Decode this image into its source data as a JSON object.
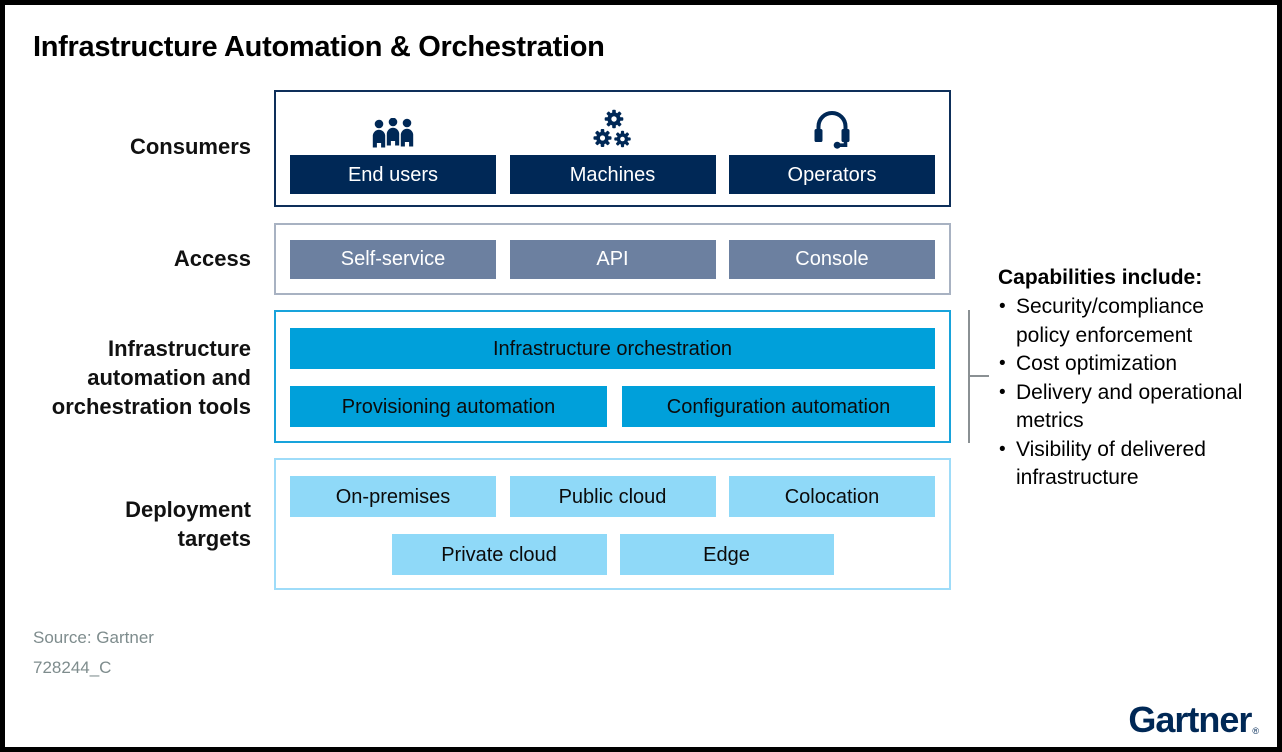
{
  "title": "Infrastructure Automation & Orchestration",
  "colors": {
    "navy": "#002856",
    "slate_blue": "#6c80a0",
    "bright_blue": "#00a0da",
    "light_blue": "#8fd9f8",
    "bracket_gray": "#8a9093",
    "source_gray": "#7e8c8d"
  },
  "diagram": {
    "consumers": {
      "row_label": "Consumers",
      "items": [
        {
          "label": "End users",
          "icon": "users-icon"
        },
        {
          "label": "Machines",
          "icon": "gears-icon"
        },
        {
          "label": "Operators",
          "icon": "headset-icon"
        }
      ]
    },
    "access": {
      "row_label": "Access",
      "items": [
        {
          "label": "Self-service"
        },
        {
          "label": "API"
        },
        {
          "label": "Console"
        }
      ]
    },
    "tools": {
      "row_label_lines": [
        "Infrastructure",
        "automation and",
        "orchestration tools"
      ],
      "orchestration_label": "Infrastructure orchestration",
      "items": [
        {
          "label": "Provisioning automation"
        },
        {
          "label": "Configuration automation"
        }
      ]
    },
    "deployment": {
      "row_label_lines": [
        "Deployment",
        "targets"
      ],
      "row1": [
        {
          "label": "On-premises"
        },
        {
          "label": "Public cloud"
        },
        {
          "label": "Colocation"
        }
      ],
      "row2": [
        {
          "label": "Private cloud"
        },
        {
          "label": "Edge"
        }
      ]
    }
  },
  "capabilities": {
    "heading": "Capabilities include:",
    "bullet": "•",
    "items": [
      "Security/compliance policy enforcement",
      "Cost optimization",
      "Delivery and operational metrics",
      "Visibility of delivered infrastructure"
    ]
  },
  "footer": {
    "source": "Source: Gartner",
    "document_id": "728244_C"
  },
  "brand": {
    "logo_text": "Gartner",
    "registered_mark": "®"
  }
}
